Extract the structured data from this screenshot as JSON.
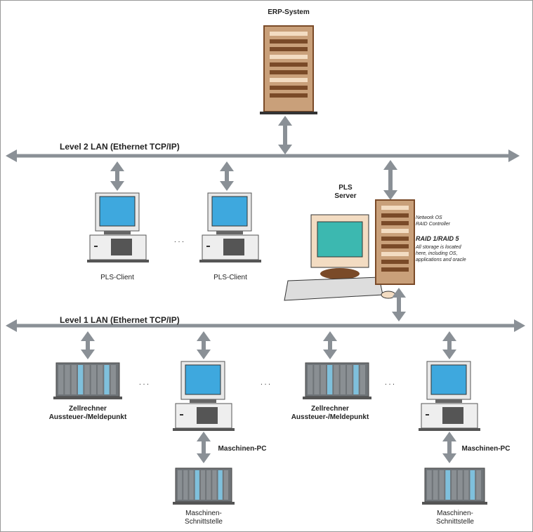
{
  "erp": {
    "label": "ERP-System"
  },
  "lan2": {
    "label": "Level 2 LAN (Ethernet TCP/IP)"
  },
  "lan1": {
    "label": "Level 1 LAN (Ethernet TCP/IP)"
  },
  "clients": [
    {
      "label": "PLS-Client"
    },
    {
      "label": "PLS-Client"
    }
  ],
  "ellipsis": ". . .",
  "server": {
    "title_line1": "PLS",
    "title_line2": "Server",
    "notes": [
      "Network OS",
      "RAID Controller"
    ],
    "raid": "RAID 1/RAID 5",
    "storage": [
      "All storage is located",
      "here, including OS,",
      "applications and oracle"
    ]
  },
  "cells": [
    {
      "line1": "Zellrechner",
      "line2": "Aussteuer-/Meldepunkt"
    },
    {
      "line1": "Zellrechner",
      "line2": "Aussteuer-/Meldepunkt"
    }
  ],
  "machine_pcs": [
    {
      "label": "Maschinen-PC"
    },
    {
      "label": "Maschinen-PC"
    }
  ],
  "interfaces": [
    {
      "line1": "Maschinen-",
      "line2": "Schnittstelle"
    },
    {
      "line1": "Maschinen-",
      "line2": "Schnittstelle"
    }
  ],
  "colors": {
    "arrow": "#8a9096",
    "tower": "#c9a07a",
    "tower_dark": "#7a4a28",
    "screen_client": "#3ea8de",
    "screen_server": "#3cb8b0",
    "rack": "#6f7478",
    "rack_accent": "#7fc0dc"
  }
}
